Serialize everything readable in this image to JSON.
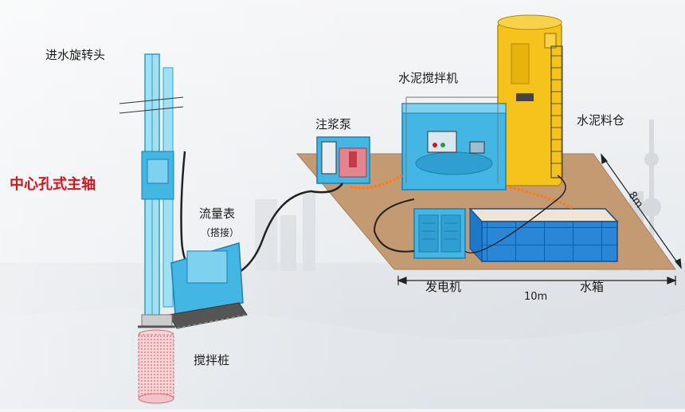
{
  "labels": {
    "swivel_head": "进水旋转头",
    "central_shaft": "中心孔式主轴",
    "flow_meter": "流量表",
    "flow_meter_note": "（搭接）",
    "grout_pump": "注浆泵",
    "cement_mixer": "水泥搅拌机",
    "cement_silo": "水泥料仓",
    "generator": "发电机",
    "water_tank": "水箱",
    "mixing_pile": "搅拌桩",
    "dim_length": "10m",
    "dim_width": "8m"
  },
  "colors": {
    "equipment_blue": "#43b6e3",
    "equipment_dark": "#1f7fb0",
    "platform": "#c49a73",
    "silo_yellow": "#f5c31c",
    "tank_blue": "#1c78c8",
    "hose_orange": "#ff7a1a",
    "pile_red": "#e3848f",
    "label_red": "#d6141b"
  }
}
